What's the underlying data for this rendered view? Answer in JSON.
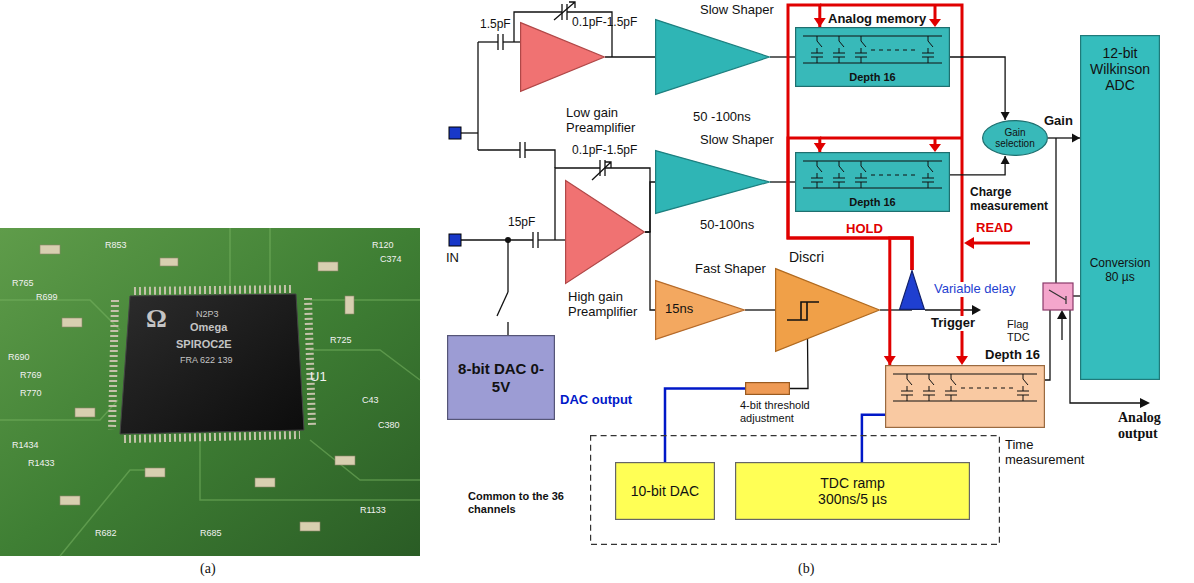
{
  "diagram": {
    "nodes": [
      {
        "text": [
          "Low gain Preamplifier"
        ]
      },
      {
        "text": [
          "Slow Shaper",
          "50 -100ns"
        ]
      },
      {
        "text": [
          "Analog memory",
          "Depth 16"
        ]
      },
      {
        "text": [
          "Gain selection"
        ]
      },
      {
        "text": [
          "12-bit Wilkinson ADC",
          "Conversion 80 µs"
        ]
      },
      {
        "text": [
          "Slow Shaper",
          "50-100ns"
        ]
      },
      {
        "text": [
          "Depth 16"
        ]
      },
      {
        "text": [
          "High gain Preamplifier"
        ]
      },
      {
        "text": [
          "Fast Shaper",
          "15ns"
        ]
      },
      {
        "text": [
          "Discri"
        ]
      },
      {
        "text": [
          "Variable delay"
        ]
      },
      {
        "text": [
          "8-bit DAC 0-5V"
        ]
      },
      {
        "text": [
          "4-bit threshold adjustment"
        ]
      },
      {
        "text": [
          "Depth 16",
          "Time measurement"
        ]
      },
      {
        "text": [
          "Common to the 36 channels"
        ]
      },
      {
        "text": [
          "10-bit DAC"
        ],
        "in": 14
      },
      {
        "text": [
          "TDC ramp 300ns/5 µs"
        ],
        "in": 14
      }
    ],
    "edges": [
      {
        "from": 0,
        "to": 1,
        "arrow": "none"
      },
      {
        "from": 1,
        "to": 2,
        "arrow": "none"
      },
      {
        "from": 2,
        "to": 3,
        "arrow": "to"
      },
      {
        "from": 6,
        "to": 3,
        "arrow": "to"
      },
      {
        "from": 3,
        "to": 4,
        "label": "Gain",
        "arrow": "to"
      },
      {
        "from": 7,
        "to": 5,
        "arrow": "none"
      },
      {
        "from": 7,
        "to": 8,
        "arrow": "none"
      },
      {
        "from": 5,
        "to": 6,
        "arrow": "none"
      },
      {
        "from": 8,
        "to": 9,
        "arrow": "none"
      },
      {
        "from": 9,
        "to": 10,
        "arrow": "none"
      },
      {
        "from": 10,
        "to": 2,
        "arrow": "to"
      },
      {
        "from": 10,
        "to": 6,
        "arrow": "to"
      },
      {
        "from": 10,
        "to": 13,
        "arrow": "to"
      },
      {
        "from": 15,
        "to": 12,
        "arrow": "none"
      },
      {
        "from": 12,
        "to": 9,
        "arrow": "none"
      },
      {
        "from": 16,
        "to": 13,
        "arrow": "none"
      }
    ],
    "labels": [
      "1.5pF",
      "0.1pF-1.5pF",
      "15pF",
      "0.1pF-1.5pF",
      "IN",
      "HOLD",
      "READ",
      "Charge measurement",
      "Trigger",
      "Flag TDC",
      "Analog output",
      "DAC output",
      "(a)",
      "(b)",
      "Ω",
      "N2P3",
      "Omega",
      "SPIROC2E",
      "FRA 622 139",
      "R853",
      "R120",
      "C374",
      "R765",
      "R699",
      "R690",
      "R769",
      "R770",
      "U1",
      "C43",
      "C380",
      "R725",
      "R1434",
      "R1433",
      "R682",
      "R685",
      "R1133"
    ]
  }
}
